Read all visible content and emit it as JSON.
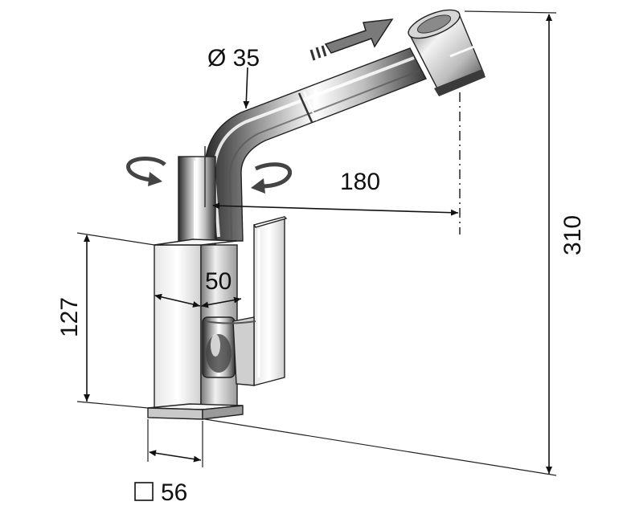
{
  "dimensions": {
    "diameter": "Ø 35",
    "reach": "180",
    "total_height": "310",
    "body_height": "127",
    "body_width": "50",
    "base_square": "56"
  },
  "colors": {
    "ink": "#111111",
    "chrome_light": "#f4f4f4",
    "chrome_mid": "#b9b9b9",
    "chrome_dark": "#2a2a2a",
    "arrow_fill": "#7a7a7a"
  },
  "icons": [
    "swivel-arrow-icon",
    "pull-out-arrow-icon",
    "square-symbol-icon"
  ]
}
